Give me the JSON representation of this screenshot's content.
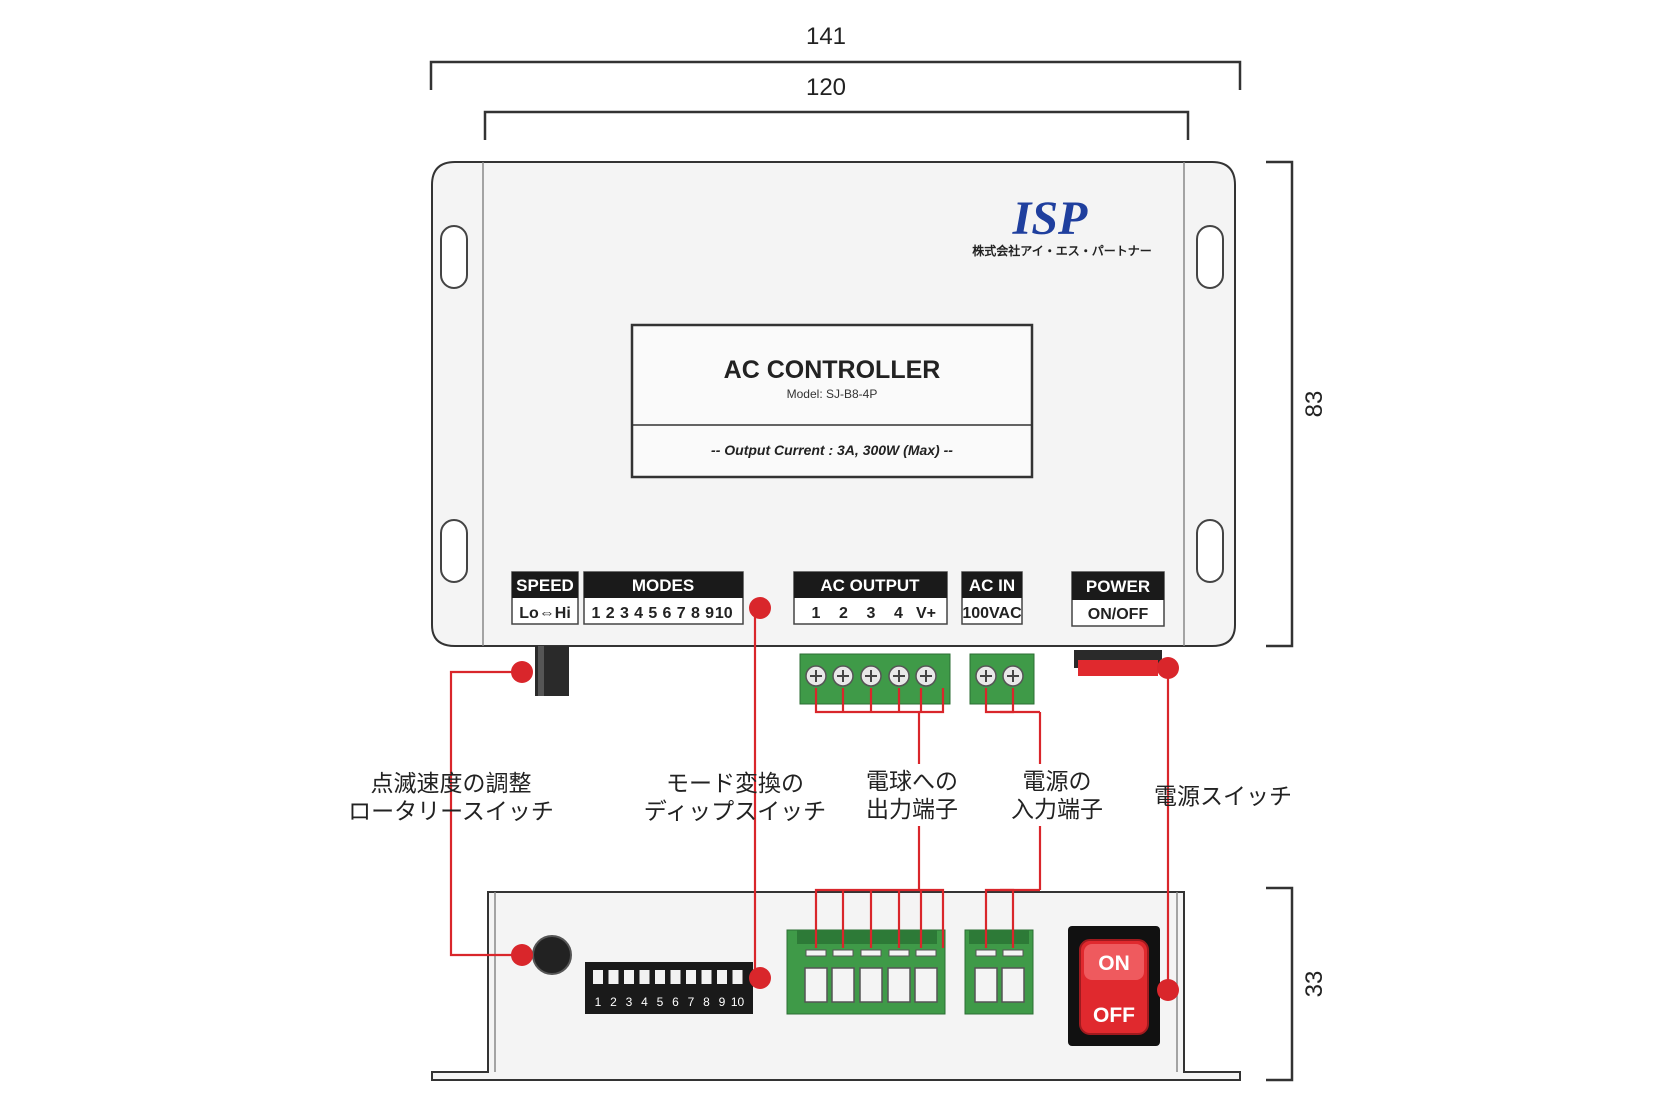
{
  "dimensions": {
    "overall_width": "141",
    "body_width": "120",
    "top_view_height": "83",
    "front_view_height": "33"
  },
  "brand": {
    "logo_text": "ISP",
    "company": "株式会社アイ・エス・パートナー"
  },
  "nameplate": {
    "title": "AC CONTROLLER",
    "model": "Model: SJ-B8-4P",
    "output": "-- Output Current : 3A, 300W (Max) --"
  },
  "panel": {
    "speed": {
      "header": "SPEED",
      "value": "Lo⇔Hi"
    },
    "modes": {
      "header": "MODES",
      "numbers": [
        "1",
        "2",
        "3",
        "4",
        "5",
        "6",
        "7",
        "8",
        "9",
        "10"
      ]
    },
    "ac_output": {
      "header": "AC OUTPUT",
      "terminals": [
        "1",
        "2",
        "3",
        "4",
        "V+"
      ]
    },
    "ac_in": {
      "header": "AC IN",
      "value": "100VAC"
    },
    "power": {
      "header": "POWER",
      "value": "ON/OFF"
    }
  },
  "front": {
    "dip_numbers": [
      "1",
      "2",
      "3",
      "4",
      "5",
      "6",
      "7",
      "8",
      "9",
      "10"
    ],
    "switch_on": "ON",
    "switch_off": "OFF"
  },
  "callouts": {
    "speed_knob": [
      "点滅速度の調整",
      "ロータリースイッチ"
    ],
    "dip_switch": [
      "モード変換の",
      "ディップスイッチ"
    ],
    "output_terminal": [
      "電球への",
      "出力端子"
    ],
    "input_terminal": [
      "電源の",
      "入力端子"
    ],
    "power_switch": [
      "電源スイッチ"
    ]
  },
  "colors": {
    "callout": "#d9262b",
    "terminal_green": "#3f9a48",
    "switch_red": "#e0292e",
    "housing": "#f4f4f4",
    "outline": "#333333"
  }
}
